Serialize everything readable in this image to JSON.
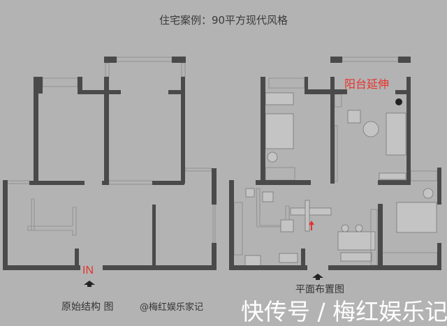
{
  "title": "住宅案例：90平方现代风格",
  "left_plan": {
    "caption": "原始结构 图",
    "entrance_label": "IN"
  },
  "right_plan": {
    "caption": "平面布置图",
    "annotation": "阳台延伸"
  },
  "watermark": {
    "main": "快传号 / 梅红娱乐记",
    "small": "@梅红娱乐家记"
  },
  "colors": {
    "background": "#b3b3b3",
    "wall": "#4a4a4a",
    "annotation_red": "#e8322c"
  }
}
